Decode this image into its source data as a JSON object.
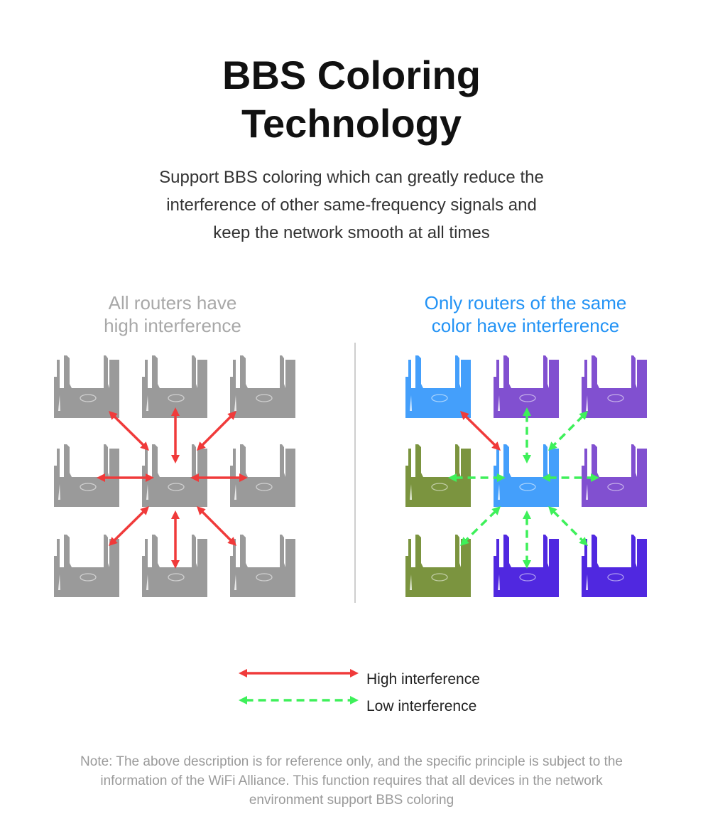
{
  "title": {
    "line1": "BBS Coloring",
    "line2": "Technology"
  },
  "subtitle": {
    "line1": "Support BBS coloring which can greatly reduce the",
    "line2": "interference of other same-frequency signals and",
    "line3": "keep the network smooth at all times"
  },
  "left_panel": {
    "heading_line1": "All routers have",
    "heading_line2": "high interference",
    "router_colors": [
      "#9a9a9a",
      "#9a9a9a",
      "#9a9a9a",
      "#9a9a9a",
      "#9a9a9a",
      "#9a9a9a",
      "#9a9a9a",
      "#9a9a9a",
      "#9a9a9a"
    ],
    "links": [
      "high",
      "high",
      "high",
      "high",
      "high",
      "high",
      "high",
      "high"
    ]
  },
  "right_panel": {
    "heading_line1": "Only routers of the same",
    "heading_line2": "color have interference",
    "router_colors": [
      "#449ffb",
      "#8150d0",
      "#8150d0",
      "#7b943f",
      "#449ffb",
      "#8150d0",
      "#7b943f",
      "#5028e0",
      "#5028e0"
    ],
    "links": [
      "high",
      "low",
      "low",
      "low",
      "low",
      "low",
      "low",
      "low"
    ]
  },
  "legend": {
    "high_label": "High interference",
    "low_label": "Low interference",
    "high_color": "#f03a3a",
    "low_color": "#3ef05a"
  },
  "note": {
    "line1": "Note: The above description is for reference only, and the specific principle is subject to the",
    "line2": "information of the WiFi Alliance. This function requires that all devices in the network",
    "line3": "environment support BBS coloring"
  }
}
